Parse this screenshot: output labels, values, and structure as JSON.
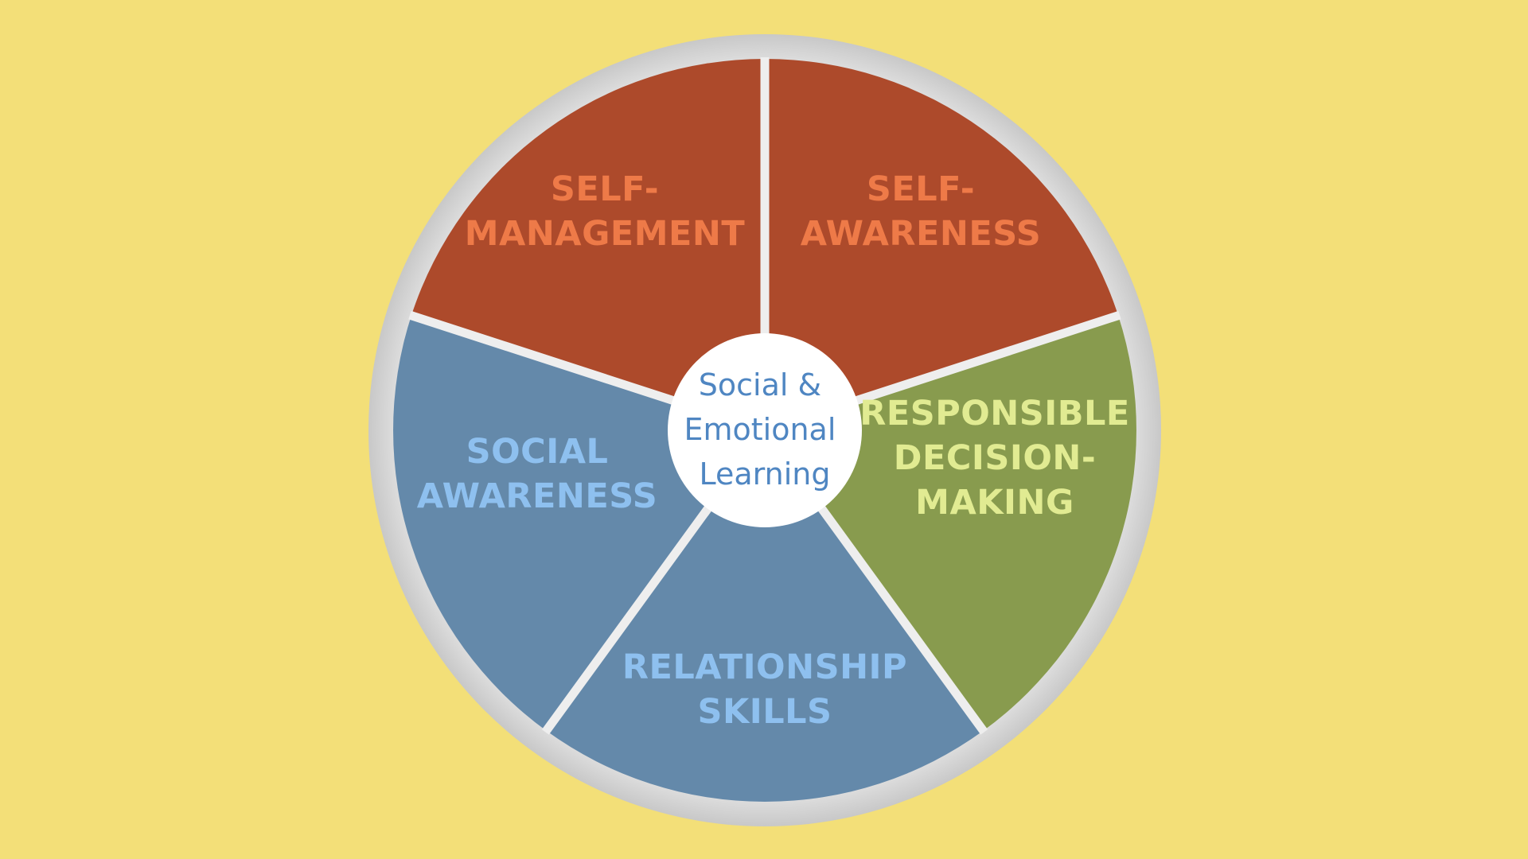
{
  "diagram": {
    "center_lines": [
      "Social &",
      "Emotional",
      "Learning"
    ],
    "segments": [
      {
        "id": "self-awareness",
        "lines": [
          "SELF-",
          "AWARENESS"
        ],
        "fill": "#ad4a2b",
        "text_color": "#ee7a48"
      },
      {
        "id": "responsible-decision-making",
        "lines": [
          "RESPONSIBLE",
          "DECISION-",
          "MAKING"
        ],
        "fill": "#889b4e",
        "text_color": "#e1eb92"
      },
      {
        "id": "relationship-skills",
        "lines": [
          "RELATIONSHIP",
          "SKILLS"
        ],
        "fill": "#6489aa",
        "text_color": "#8ec0ef"
      },
      {
        "id": "social-awareness",
        "lines": [
          "SOCIAL",
          "AWARENESS"
        ],
        "fill": "#6489aa",
        "text_color": "#8ec0ef"
      },
      {
        "id": "self-management",
        "lines": [
          "SELF-",
          "MANAGEMENT"
        ],
        "fill": "#ad4a2b",
        "text_color": "#ee7a48"
      }
    ],
    "colors": {
      "background": "#f3df78",
      "ring": "#d4d4d4",
      "divider": "#eeeeee",
      "center_fill": "#ffffff",
      "center_text": "#4f86c2"
    }
  }
}
